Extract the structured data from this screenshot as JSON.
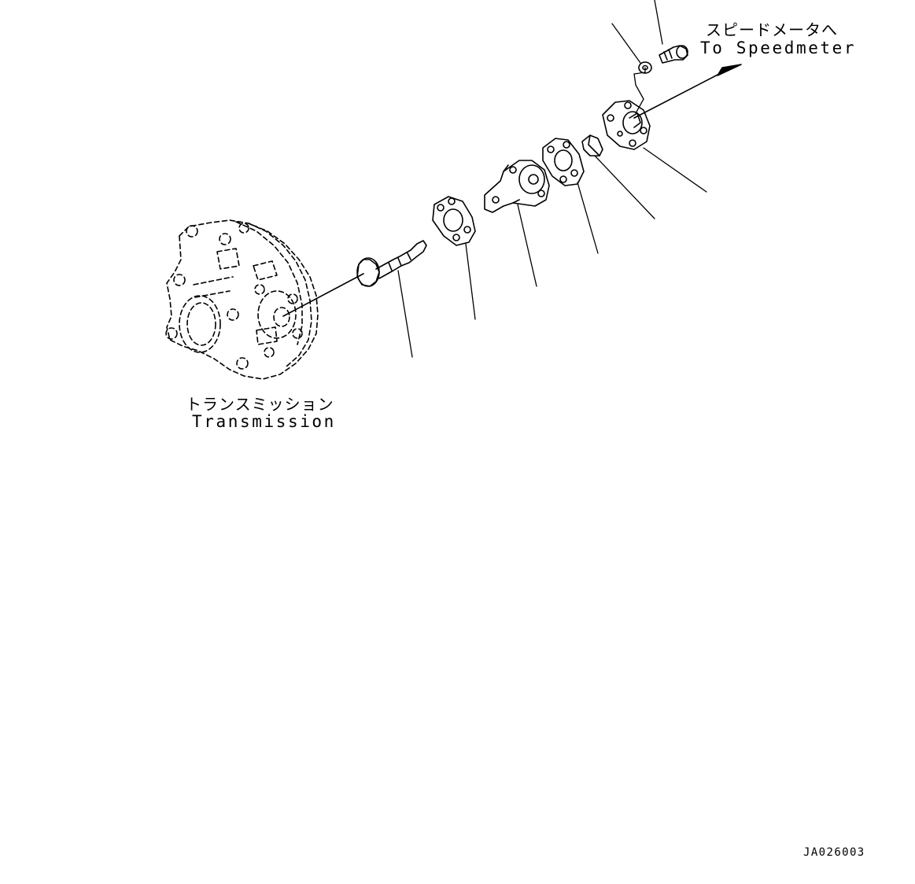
{
  "labels": {
    "speedometer_jp": "スピードメータへ",
    "speedometer_en": "To Speedmeter",
    "transmission_jp": "トランスミッション",
    "transmission_en": "Transmission",
    "drawing_code": "JA026003"
  },
  "parts": [
    {
      "name": "transmission-housing"
    },
    {
      "name": "drive-gear-shaft"
    },
    {
      "name": "gasket"
    },
    {
      "name": "sleeve-housing"
    },
    {
      "name": "gasket"
    },
    {
      "name": "pinion-insert"
    },
    {
      "name": "adapter-plate"
    },
    {
      "name": "washer"
    },
    {
      "name": "bolt"
    }
  ],
  "colors": {
    "line": "#000000",
    "background": "#ffffff"
  }
}
